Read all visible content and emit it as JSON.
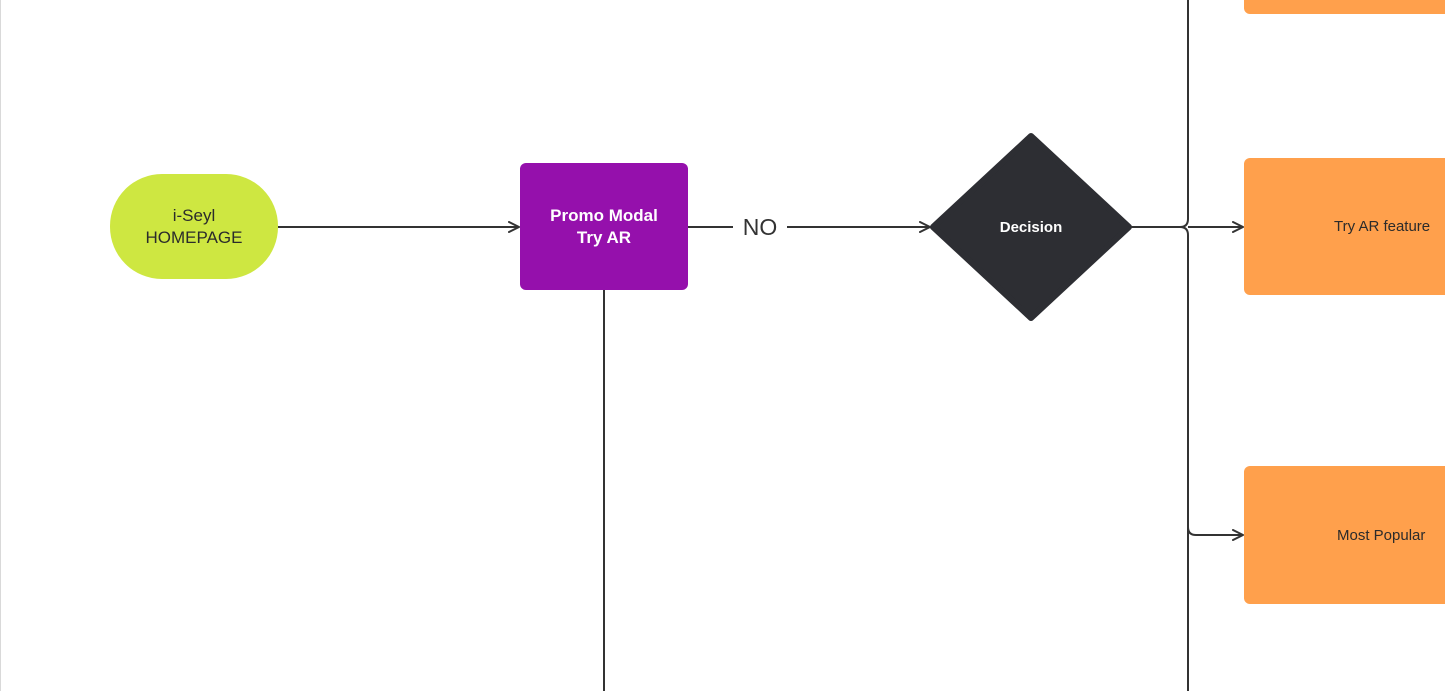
{
  "diagram": {
    "start_node": {
      "label": "i-Seyl\nHOMEPAGE",
      "color": "#cee741"
    },
    "promo_node": {
      "label": "Promo Modal\nTry AR",
      "color": "#9510ac"
    },
    "edge_promo_to_decision": {
      "label": "NO"
    },
    "decision_node": {
      "label": "Decision",
      "color": "#2d2e33"
    },
    "try_ar_node": {
      "label": "Try AR feature",
      "color": "#ffa04c"
    },
    "most_popular_node": {
      "label": "Most Popular",
      "color": "#ffa04c"
    },
    "top_orange_node": {
      "label": "",
      "color": "#ffa04c"
    },
    "connector_color": "#333333"
  }
}
